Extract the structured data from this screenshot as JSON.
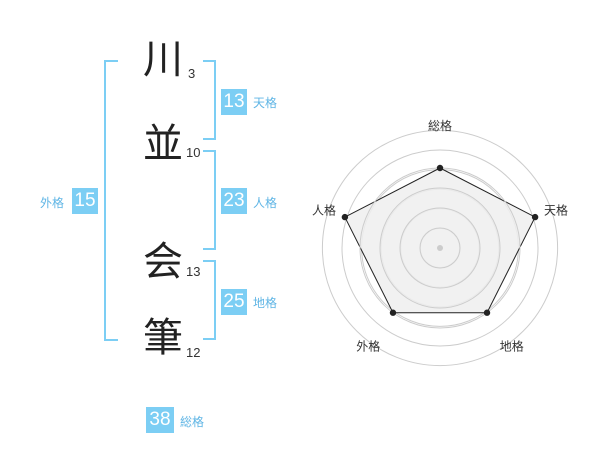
{
  "name": {
    "chars": [
      {
        "char": "川",
        "strokes": "3"
      },
      {
        "char": "並",
        "strokes": "10"
      },
      {
        "char": "会",
        "strokes": "13"
      },
      {
        "char": "筆",
        "strokes": "12"
      }
    ]
  },
  "fortune": {
    "tenkaku": {
      "value": "13",
      "label": "天格"
    },
    "jinkaku": {
      "value": "23",
      "label": "人格"
    },
    "chikaku": {
      "value": "25",
      "label": "地格"
    },
    "gaikaku": {
      "value": "15",
      "label": "外格"
    },
    "soukaku": {
      "value": "38",
      "label": "総格"
    }
  },
  "chart_data": {
    "type": "radar",
    "categories": [
      "総格",
      "天格",
      "地格",
      "外格",
      "人格"
    ],
    "values": [
      4,
      5,
      4,
      4,
      5
    ],
    "range": [
      0,
      5
    ],
    "colors": {
      "fill": "#eeeeee",
      "line": "#222222",
      "grid": "#cccccc",
      "center": "#cccccc"
    }
  }
}
